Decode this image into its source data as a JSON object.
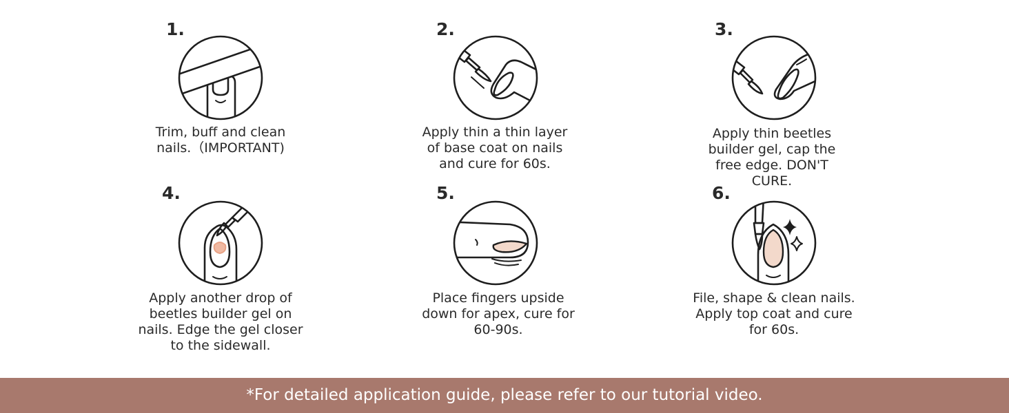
{
  "steps": [
    {
      "number": "1.",
      "icon": "file-nail-icon",
      "caption": "Trim, buff and clean\nnails.（IMPORTANT)"
    },
    {
      "number": "2.",
      "icon": "base-coat-brush-icon",
      "caption": "Apply thin a thin layer\nof base coat on nails\nand cure for 60s."
    },
    {
      "number": "3.",
      "icon": "builder-gel-brush-icon",
      "caption": "Apply thin beetles\nbuilder gel, cap the\nfree edge. DON'T\nCURE."
    },
    {
      "number": "4.",
      "icon": "gel-drop-icon",
      "caption": "Apply another drop of\nbeetles builder gel  on\nnails. Edge the gel closer\nto the sidewall."
    },
    {
      "number": "5.",
      "icon": "upside-down-finger-icon",
      "caption": "Place fingers upside\ndown for apex, cure for\n60-90s."
    },
    {
      "number": "6.",
      "icon": "top-coat-sparkle-icon",
      "caption": "File, shape & clean nails.\nApply top coat and cure\nfor 60s."
    }
  ],
  "footer": "*For detailed application guide, please refer to our tutorial video.",
  "colors": {
    "footer_bg": "#a8796d",
    "nail_fill": "#f3d9cb",
    "gel_accent": "#f0b9a2",
    "ink": "#1e1e1e"
  }
}
